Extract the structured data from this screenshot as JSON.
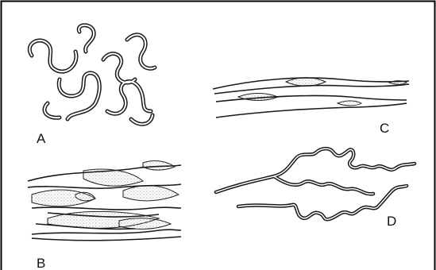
{
  "figure": {
    "panels": [
      {
        "label": "A"
      },
      {
        "label": "B"
      },
      {
        "label": "C"
      },
      {
        "label": "D"
      }
    ],
    "colors": {
      "border": "#000000",
      "ink": "#1a1a1a",
      "stipple": "#9a9a9a"
    }
  }
}
